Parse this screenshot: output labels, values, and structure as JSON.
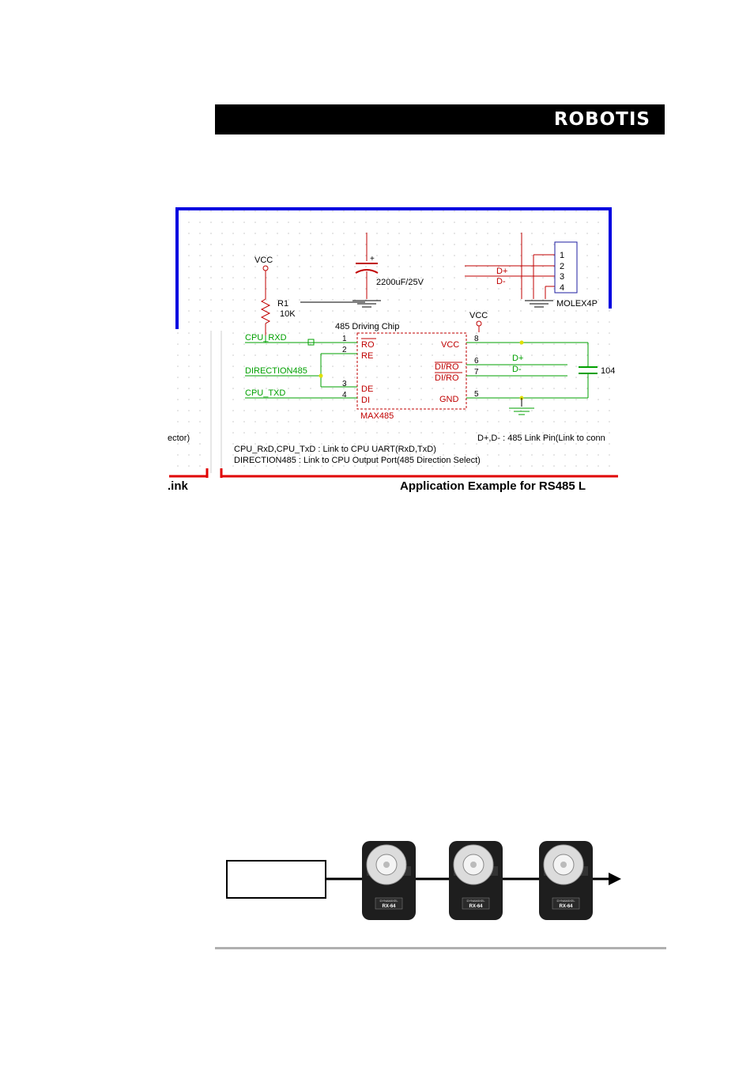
{
  "header": {
    "brand": "ROBOTIS"
  },
  "schematic": {
    "vcc_left": "VCC",
    "vcc_right": "VCC",
    "r1_name": "R1",
    "r1_value": "10K",
    "cap_value": "2200uF/25V",
    "cap_plus": "+",
    "connector_name": "MOLEX4P",
    "connector_pins": [
      "1",
      "2",
      "3",
      "4"
    ],
    "d_plus": "D+",
    "d_minus": "D-",
    "chip_title": "485 Driving Chip",
    "chip_part": "MAX485",
    "cpu_rxd": "CPU_RXD",
    "direction": "DIRECTION485",
    "cpu_txd": "CPU_TXD",
    "pin_ro": "RO",
    "pin_re": "RE",
    "pin_de": "DE",
    "pin_di": "DI",
    "pin_vcc": "VCC",
    "pin_di_ro_1": "DI/RO",
    "pin_di_ro_2": "DI/RO",
    "pin_gnd": "GND",
    "pin_nums_left": [
      "1",
      "2",
      "3",
      "4"
    ],
    "pin_nums_right": [
      "8",
      "6",
      "7",
      "5"
    ],
    "cap_small": "104",
    "note_link_pin": "D+,D- : 485 Link Pin(Link to conn",
    "note_cpu": "CPU_RxD,CPU_TxD : Link to CPU UART(RxD,TxD)",
    "note_direction": "DIRECTION485 : Link to CPU Output Port(485 Direction Select)",
    "left_fragment": "ector)",
    "title_left": ".ink",
    "title_right": "Application Example for RS485 L"
  },
  "servos": {
    "brand": "DYNAMIXEL",
    "model": "RX-64"
  }
}
